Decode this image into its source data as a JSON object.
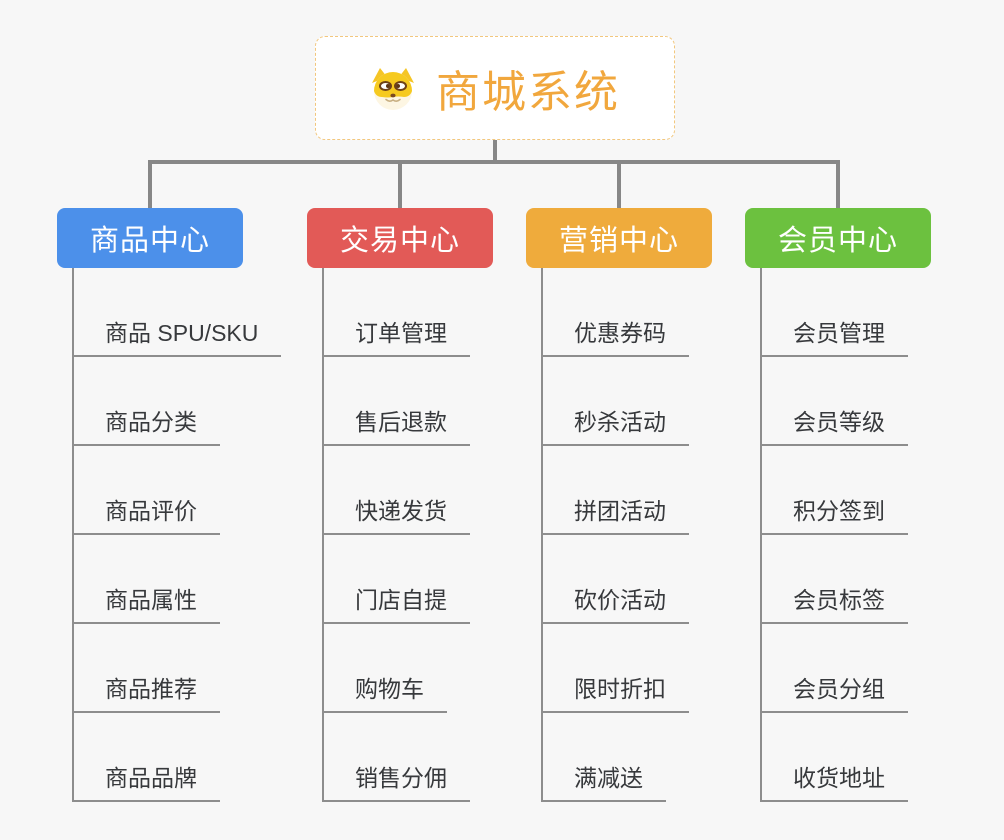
{
  "canvas": {
    "background_color": "#F7F7F7",
    "connector_color": "#878787",
    "leaf_line_color": "#8D8D8D"
  },
  "root": {
    "title": "商城系统",
    "icon": "dog-face-icon",
    "text_color": "#F1A73D",
    "border_color": "#F2C77E",
    "background_color": "#FFFFFF"
  },
  "branches": [
    {
      "label": "商品中心",
      "color": "#4C90EA",
      "items": [
        "商品 SPU/SKU",
        "商品分类",
        "商品评价",
        "商品属性",
        "商品推荐",
        "商品品牌"
      ]
    },
    {
      "label": "交易中心",
      "color": "#E25A57",
      "items": [
        "订单管理",
        "售后退款",
        "快递发货",
        "门店自提",
        "购物车",
        "销售分佣"
      ]
    },
    {
      "label": "营销中心",
      "color": "#EFAB3C",
      "items": [
        "优惠券码",
        "秒杀活动",
        "拼团活动",
        "砍价活动",
        "限时折扣",
        "满减送"
      ]
    },
    {
      "label": "会员中心",
      "color": "#6CC13F",
      "items": [
        "会员管理",
        "会员等级",
        "积分签到",
        "会员标签",
        "会员分组",
        "收货地址"
      ]
    }
  ]
}
